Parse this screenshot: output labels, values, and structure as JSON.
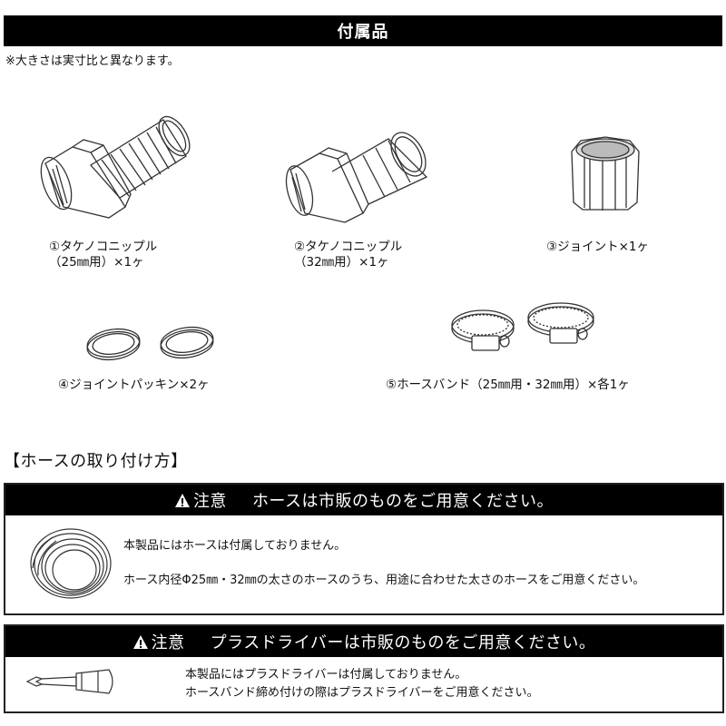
{
  "header": {
    "title": "付属品"
  },
  "note": "※大きさは実寸比と異なります。",
  "accessories": [
    {
      "id": 1,
      "label_line1": "①タケノコニップル",
      "label_line2": "（25㎜用）×1ヶ",
      "icon": "hose-nipple-25mm-icon"
    },
    {
      "id": 2,
      "label_line1": "②タケノコニップル",
      "label_line2": "（32㎜用）×1ヶ",
      "icon": "hose-nipple-32mm-icon"
    },
    {
      "id": 3,
      "label_line1": "③ジョイント×1ヶ",
      "icon": "joint-icon"
    },
    {
      "id": 4,
      "label_line1": "④ジョイントパッキン×2ヶ",
      "icon": "gasket-icon"
    },
    {
      "id": 5,
      "label_line1": "⑤ホースバンド（25㎜用・32㎜用）×各1ヶ",
      "icon": "hose-clamp-icon"
    }
  ],
  "installation": {
    "title": "【ホースの取り付け方】",
    "cautions": [
      {
        "warn_label": "注意",
        "heading": "ホースは市販のものをご用意ください。",
        "icon": "hose-coil-icon",
        "lines": [
          "本製品にはホースは付属しておりません。",
          "ホース内径Φ25㎜・32㎜の太さのホースのうち、用途に合わせた太さのホースをご用意ください。"
        ]
      },
      {
        "warn_label": "注意",
        "heading": "プラスドライバーは市販のものをご用意ください。",
        "icon": "screwdriver-icon",
        "lines": [
          "本製品にはプラスドライバーは付属しておりません。",
          "ホースバンド締め付けの際はプラスドライバーをご用意ください。"
        ]
      }
    ]
  },
  "colors": {
    "bar": "#000000",
    "bar_text": "#ffffff",
    "text": "#111111"
  }
}
